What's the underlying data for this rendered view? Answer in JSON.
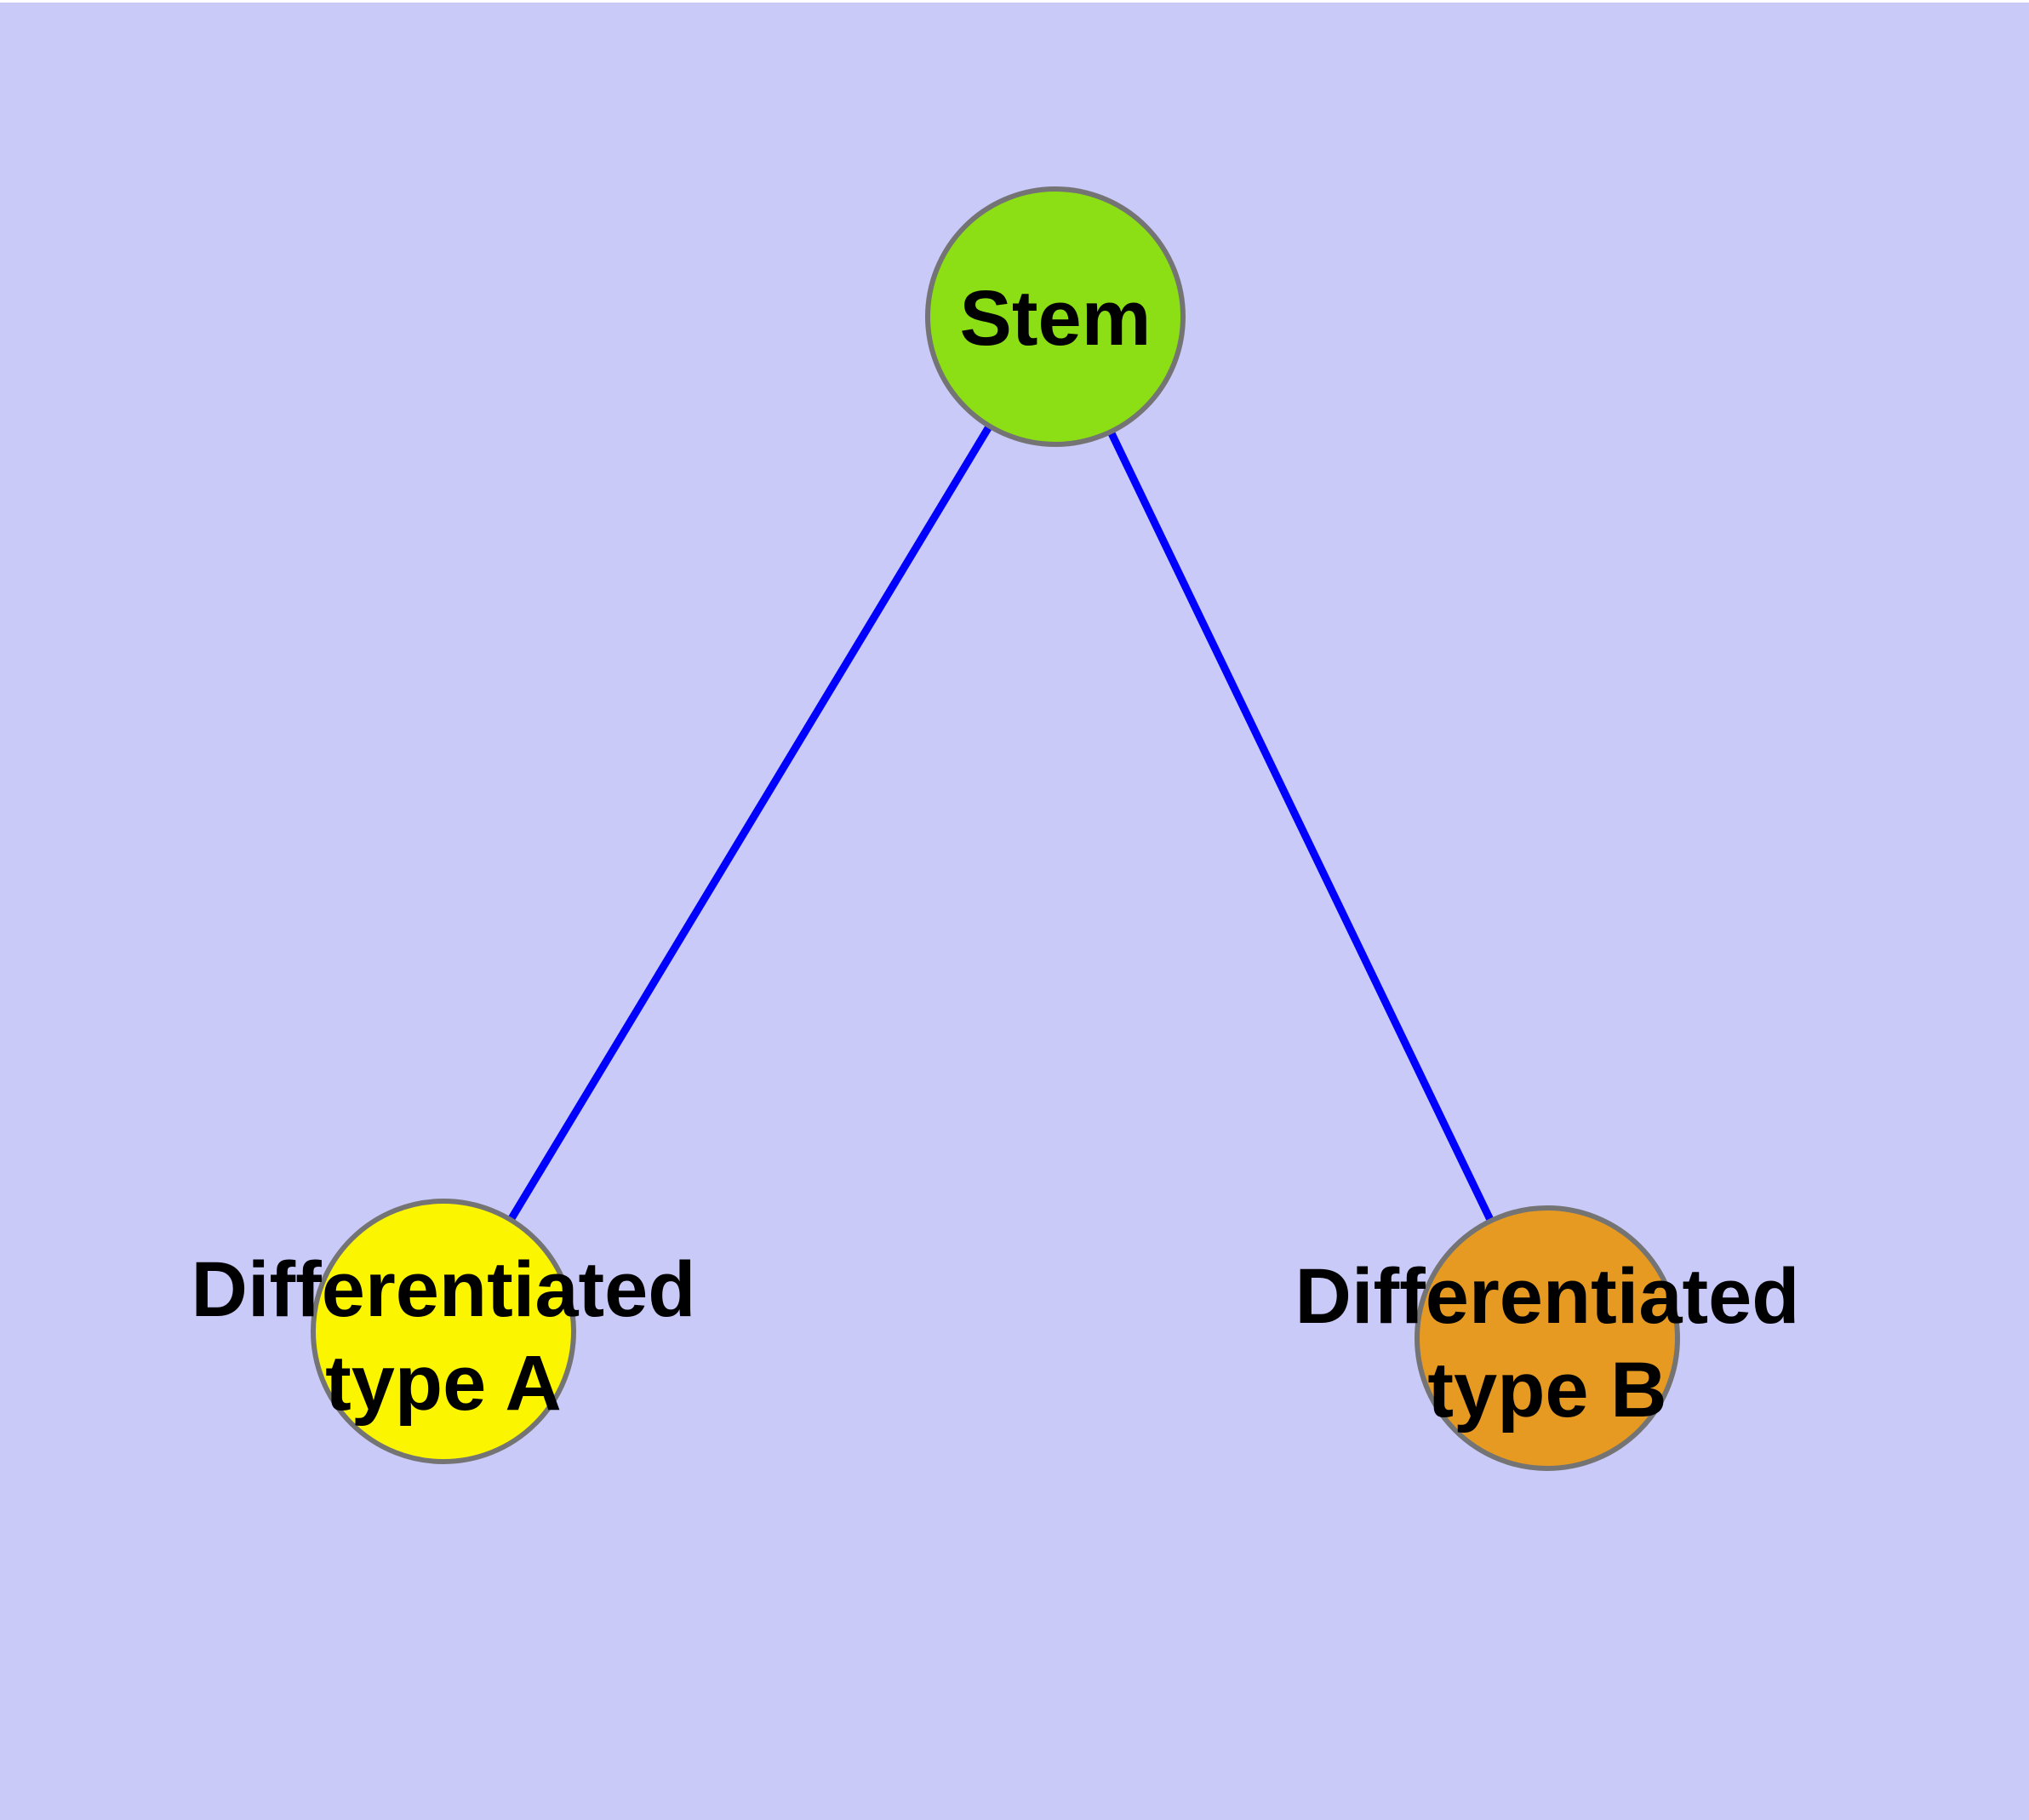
{
  "diagram": {
    "background_color": "#CACAF8",
    "margin_color": "#FFFFFF",
    "edge_color": "#0000FF",
    "node_border_color": "#747474",
    "label_color": "#000000",
    "nodes": {
      "stem": {
        "label": "Stem",
        "fill": "#8BDF14"
      },
      "type_a": {
        "line1": "Differentiated",
        "line2": "type A",
        "fill": "#FBF500"
      },
      "type_b": {
        "line1": "Differentiated",
        "line2": "type B",
        "fill": "#E69A22"
      }
    },
    "edges": [
      {
        "from": "Stem",
        "to": "Differentiated type A"
      },
      {
        "from": "Stem",
        "to": "Differentiated type B"
      }
    ]
  }
}
